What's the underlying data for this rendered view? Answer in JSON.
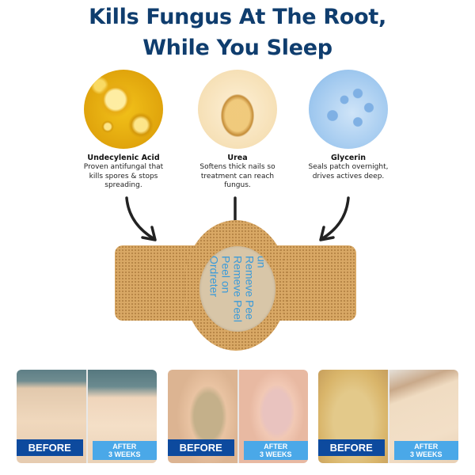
{
  "headline": {
    "line1": "Kills Fungus At The Root,",
    "line2": "While You Sleep",
    "color": "#0f3d6e"
  },
  "ingredients": [
    {
      "name": "Undecylenic Acid",
      "description_lines": [
        "Proven antifungal that",
        "kills spores & stops",
        "spreading."
      ],
      "image": "golden-oil-bubbles"
    },
    {
      "name": "Urea",
      "description_lines": [
        "Softens thick nails so",
        "treatment can reach",
        "fungus."
      ],
      "image": "cream-drop"
    },
    {
      "name": "Glycerin",
      "description_lines": [
        "Seals patch overnight,",
        "drives actives deep."
      ],
      "image": "blue-molecule-sphere"
    }
  ],
  "patch": {
    "liner_text_lines": [
      "un",
      "Remeve Pee",
      "Remeve Peel",
      "Peel  on",
      "Ordreter"
    ],
    "color": "#d9a865",
    "liner_text_color": "#3a9ad9"
  },
  "results": [
    {
      "before_label": "BEFORE",
      "after_label_line1": "AFTER",
      "after_label_line2": "3 WEEKS",
      "subject": "toes"
    },
    {
      "before_label": "BEFORE",
      "after_label_line1": "AFTER",
      "after_label_line2": "3 WEEKS",
      "subject": "big-toenail"
    },
    {
      "before_label": "BEFORE",
      "after_label_line1": "AFTER",
      "after_label_line2": "3 WEEKS",
      "subject": "nail-closeup"
    }
  ],
  "colors": {
    "before_label_bg": "#0d4a9e",
    "after_label_bg": "#4aa8e8",
    "arrow": "#222222"
  }
}
